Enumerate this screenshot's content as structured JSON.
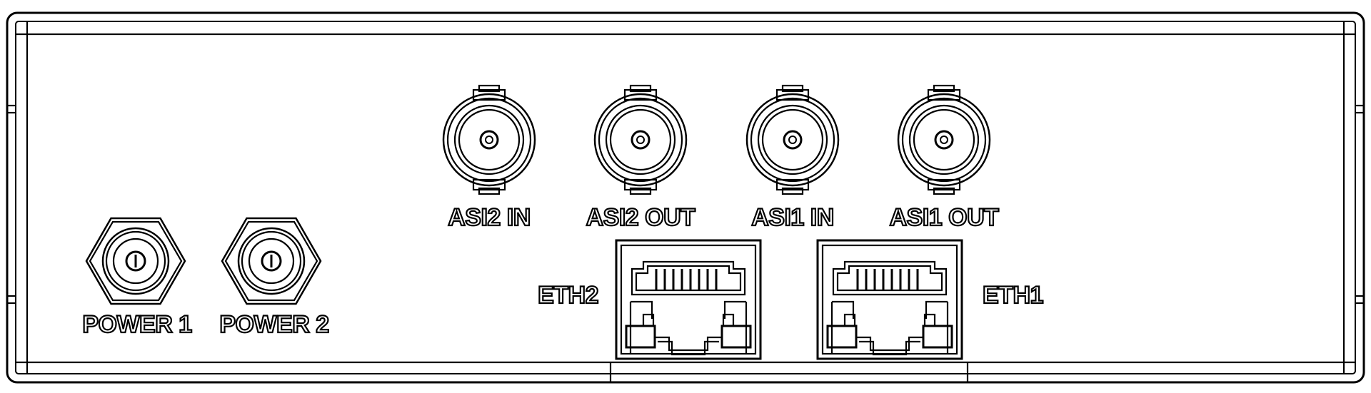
{
  "connectors": {
    "bnc": [
      {
        "label": "ASI2 IN"
      },
      {
        "label": "ASI2 OUT"
      },
      {
        "label": "ASI1 IN"
      },
      {
        "label": "ASI1 OUT"
      }
    ],
    "power": [
      {
        "label": "POWER 1"
      },
      {
        "label": "POWER 2"
      }
    ],
    "ethernet": [
      {
        "label": "ETH2"
      },
      {
        "label": "ETH1"
      }
    ]
  },
  "colors": {
    "line": "#000000",
    "background": "#ffffff"
  }
}
